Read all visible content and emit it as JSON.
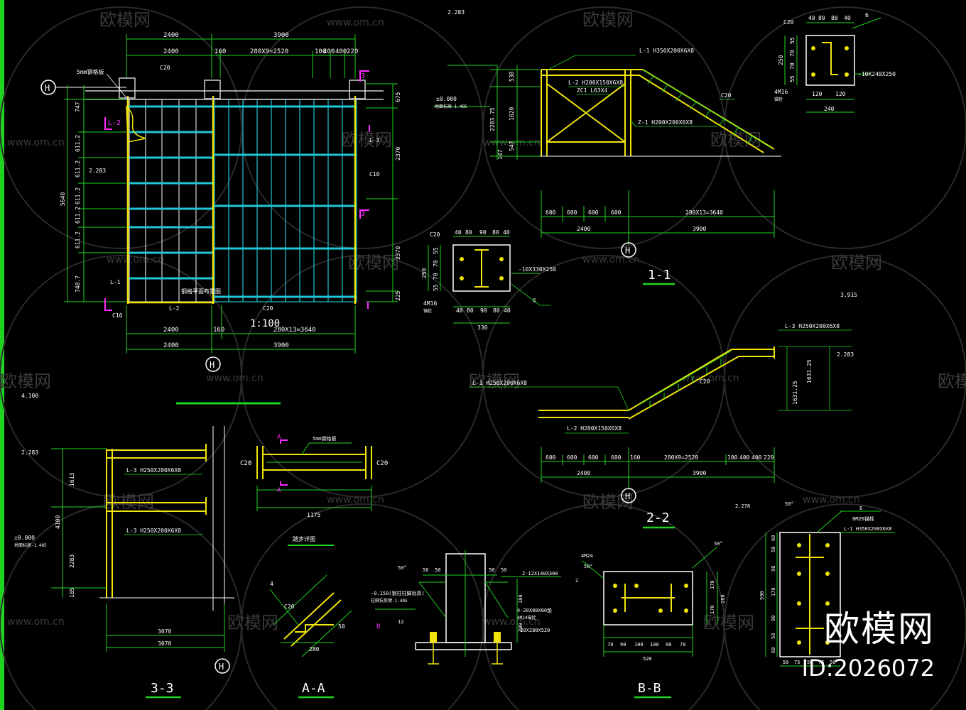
{
  "brand": {
    "logo_text": "欧模网",
    "id_text": "ID:2026072"
  },
  "watermark": {
    "site": "欧模网",
    "url": "www.om.cn"
  },
  "plan": {
    "dim_top_total": [
      "2400",
      "3900"
    ],
    "dim_top_parts": [
      "2400",
      "160",
      "280X9=2520",
      "100",
      "400",
      "400",
      "220"
    ],
    "dim_bottom_parts": [
      "2400",
      "160",
      "280X13=3640"
    ],
    "dim_bottom_total": [
      "2400",
      "3900"
    ],
    "left_dims": [
      "747",
      "611.2",
      "611.2",
      "611.2",
      "611.2",
      "611.2",
      "748.7"
    ],
    "left_total": "5640",
    "right_dims": [
      "675",
      "2370",
      "2370",
      "225"
    ],
    "scale": "1:100",
    "axis": "H",
    "labels": {
      "l1": "L-1",
      "l2": "L-2",
      "l3": "L-3",
      "c10": "C10",
      "c20": "C20",
      "c10b": "C10",
      "c20b": "C20",
      "pipe": "5mm钢格板",
      "floor": "钢格平面布置图",
      "lvl": "2.283"
    }
  },
  "s11": {
    "title": "1-1",
    "level": "2.283",
    "zero": "±0.000",
    "ground_note": "地面标高-1.485",
    "left_dims": [
      "538",
      "1620",
      "547",
      "147"
    ],
    "vert_text": "2283.75",
    "members": {
      "l1": "L-1  H350X200X6X8",
      "l2": "L-2  H200X150X6X8",
      "zc": "ZC1 L63X4",
      "z1": "Z-1  H200X200X6X8",
      "c20": "C20"
    },
    "dims_bottom": [
      "600",
      "600",
      "600",
      "600",
      "280X13=3640"
    ],
    "dims_total": [
      "2400",
      "3900"
    ],
    "axis": "H"
  },
  "base1": {
    "top": [
      "C20",
      "40",
      "80",
      "90",
      "80",
      "40"
    ],
    "left": [
      "250",
      "55",
      "70",
      "70",
      "55"
    ],
    "plate": "-10X330X250",
    "bolts": "4M16",
    "bolts_note": "锚栓",
    "weld": "6",
    "bottom": [
      "40",
      "80",
      "90",
      "80",
      "40"
    ],
    "total": "330"
  },
  "base2": {
    "top": [
      "C20",
      "40",
      "80",
      "80",
      "40",
      "6"
    ],
    "left": [
      "250",
      "55",
      "70",
      "70",
      "55"
    ],
    "plate": "-10X240X250",
    "bolts": "4M16",
    "bolts_note": "锚栓",
    "bottom": [
      "120",
      "120"
    ],
    "total": "240"
  },
  "s22": {
    "title": "2-2",
    "level_top": "3.915",
    "level": "2.283",
    "member_l3": "L-3  H250X200X6X8",
    "member_l1": "L-1  H250X200X6X8",
    "member_l2": "L-2  H200X150X6X8",
    "c20": "C20",
    "right_dims": [
      "1631.25",
      "1631.25"
    ],
    "dims_bottom": [
      "600",
      "600",
      "600",
      "600",
      "160",
      "280X9=2520",
      "100",
      "400",
      "400",
      "220"
    ],
    "dims_total": [
      "2400",
      "3900"
    ],
    "axis": "H"
  },
  "s33": {
    "title": "3-3",
    "level_top": "4.100",
    "level": "2.283",
    "zero": "±0.000",
    "ground_note": "地面标高-1.485",
    "members": [
      "L-3  H250X200X6X8",
      "L-3  H250X200X6X8"
    ],
    "dims": [
      "1613",
      "4100",
      "2283",
      "185"
    ],
    "bottom": [
      "3070",
      "3070"
    ],
    "axis": "H"
  },
  "tread": {
    "label_a": "A",
    "label_b": "A",
    "c20l": "C20",
    "c20r": "C20",
    "note": "5mm钢格板",
    "width": "1175",
    "title": "踏步详图"
  },
  "aa": {
    "title": "A-A",
    "c20": "C20",
    "weld": "4",
    "dims": [
      "280",
      "50"
    ]
  },
  "bb_elev": {
    "weld_angle": "50°",
    "note1": "-0.150(钢柱柱脚标高)",
    "note2": "柱脚抗剪键-1.485",
    "top": [
      "50",
      "50",
      "50",
      "50"
    ],
    "plate": "2-12X140X300",
    "bolts": "4-20X80X80垫",
    "bolt_note": "4M24锚栓",
    "base": "-20X280X520",
    "dims": [
      "100",
      "300",
      "12"
    ],
    "label": "B"
  },
  "bb": {
    "title": "B-B",
    "bolts": "4M24",
    "weld": "2",
    "angle": "50°",
    "dims": [
      "70",
      "90",
      "100",
      "100",
      "90",
      "70"
    ],
    "total": "520",
    "right": [
      "170",
      "170",
      "280"
    ]
  },
  "pl": {
    "angle": "50°",
    "weld": "6",
    "note": "8M20锚栓",
    "member": "L-1  H350X200X6X8",
    "left": [
      "60",
      "50",
      "90",
      "170",
      "90",
      "50",
      "60"
    ],
    "total": "590",
    "bottom": [
      "50",
      "75",
      "50",
      "75",
      "50"
    ],
    "level": "2.278"
  },
  "colors": {
    "dim": "#1fd31f",
    "member": "#f0e40a",
    "text": "#ffffff",
    "grating": "#21c6d6",
    "section": "#ff2bff",
    "column": "#cfcfcf"
  }
}
